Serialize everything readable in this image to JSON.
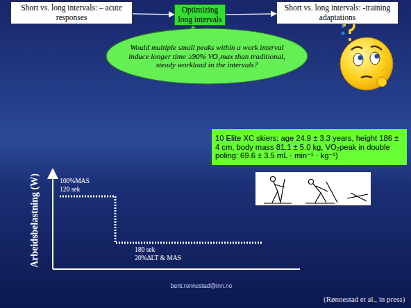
{
  "diagram": {
    "nodes": [
      {
        "text": [
          "Short vs. long intervals: – acute responses"
        ]
      },
      {
        "text": [
          "Optimizing long intervals"
        ]
      },
      {
        "text": [
          "Short vs. long intervals: -training adaptations"
        ]
      },
      {
        "text": [
          "Would multiple small peaks within a work interval induce longer time ≥90% VO₂max than traditional, steady workload in the intervals?"
        ]
      },
      {
        "text": [
          "10 Elite XC skiers; age 24.9 ± 3.3 years, height 186 ± 4 cm, body mass 81.1 ± 5.0 kg, VO₂peak in double poling: 69.6 ± 3.5 mL · min⁻¹ · kg⁻¹)"
        ]
      }
    ],
    "edges": [
      {
        "from": 0,
        "to": 1,
        "arrow": "to"
      },
      {
        "from": 1,
        "to": 2,
        "arrow": "to"
      }
    ],
    "labels": [
      "Arbeidsbelastning (W)",
      "100%MAS",
      "120 sek",
      "180 sek",
      "20%ΔLT & MAS",
      "bent.ronnestad@inn.no",
      "(Rønnestad et al., in press)"
    ]
  }
}
